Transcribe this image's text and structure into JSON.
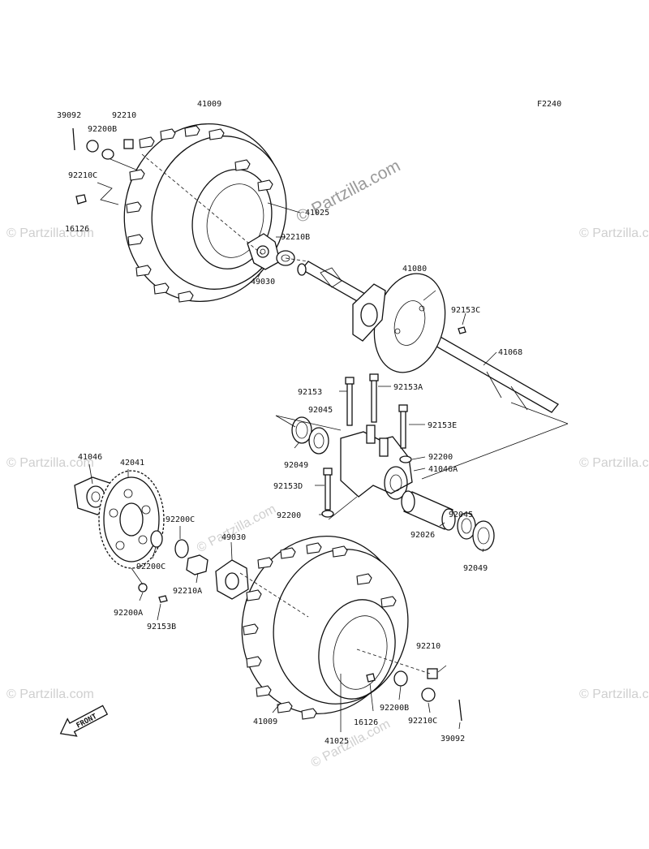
{
  "figure_code": "F2240",
  "watermark": "© Partzilla.com",
  "front_label": "FRONT",
  "part_labels": {
    "p39092_top": "39092",
    "p92210_top": "92210",
    "p41009_top": "41009",
    "p92200B_top": "92200B",
    "p92210C_top": "92210C",
    "p16126_top": "16126",
    "p41025_top": "41025",
    "p92210B": "92210B",
    "p49030_top": "49030",
    "p41080": "41080",
    "p92153C": "92153C",
    "p41068": "41068",
    "p92153": "92153",
    "p92153A": "92153A",
    "p92045_left": "92045",
    "p92153E": "92153E",
    "p92049_left": "92049",
    "p92200_right": "92200",
    "p41046A": "41046A",
    "p92153D": "92153D",
    "p92200_left": "92200",
    "p92045_right": "92045",
    "p92026": "92026",
    "p92049_right": "92049",
    "p41046": "41046",
    "p42041": "42041",
    "p92200C_top": "92200C",
    "p92200C_bottom": "92200C",
    "p49030_bottom": "49030",
    "p92210A": "92210A",
    "p92200A": "92200A",
    "p92153B": "92153B",
    "p92210_bottom": "92210",
    "p92200B_bottom": "92200B",
    "p92210C_bottom": "92210C",
    "p16126_bottom": "16126",
    "p41009_bottom": "41009",
    "p41025_bottom": "41025",
    "p39092_bottom": "39092"
  }
}
